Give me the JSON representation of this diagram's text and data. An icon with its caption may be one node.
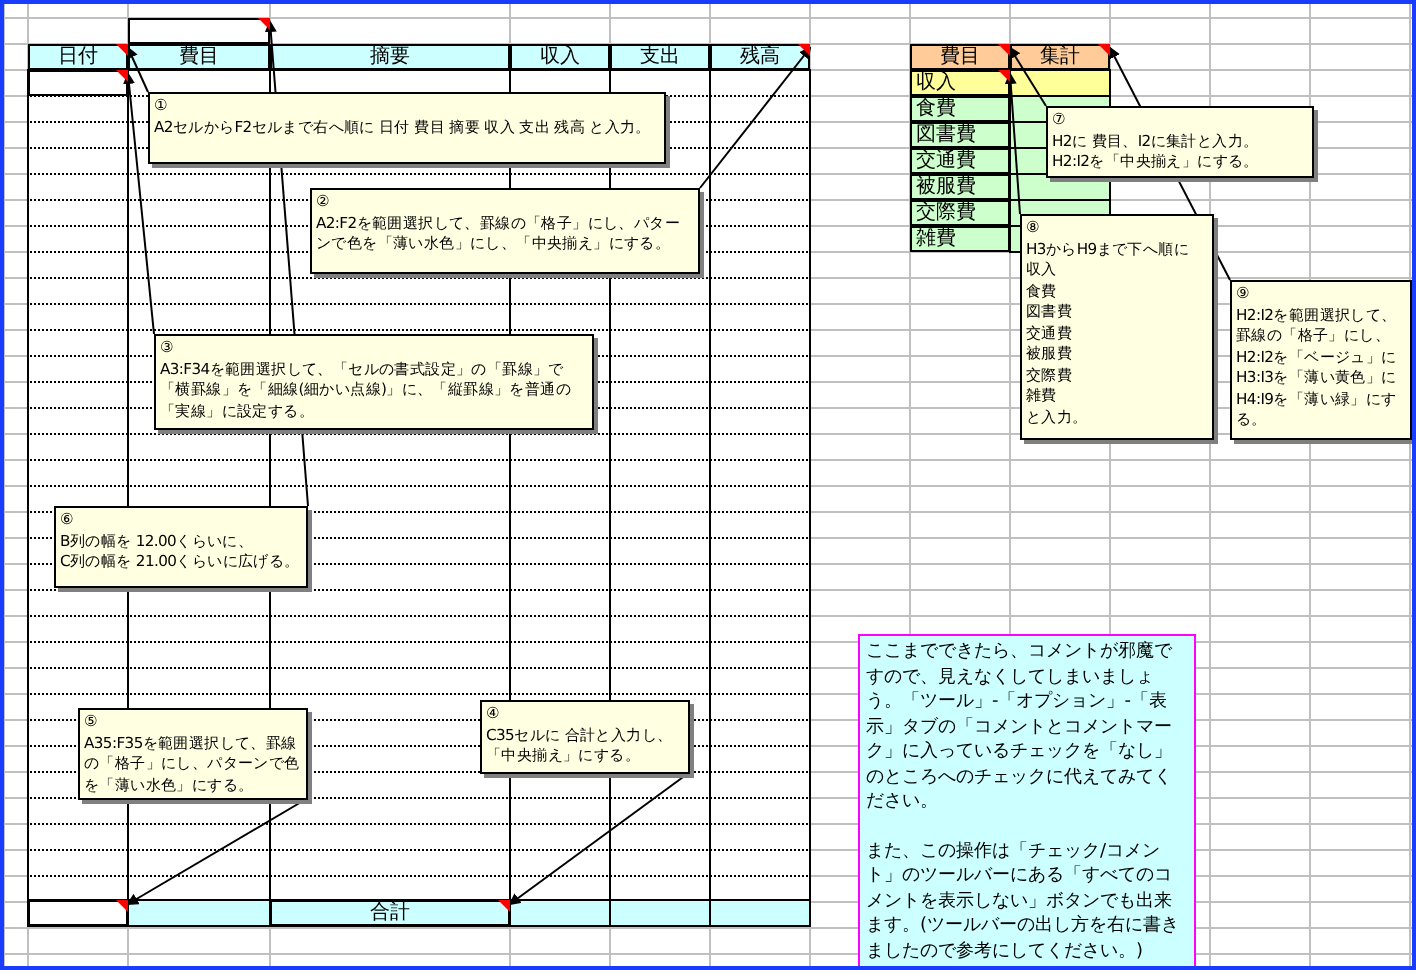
{
  "diagram": {
    "nodes": [
      {
        "text": [],
        "shape": "box"
      },
      {
        "text": [
          "日付"
        ]
      },
      {
        "text": [
          "費目"
        ]
      },
      {
        "text": [
          "摘要"
        ]
      },
      {
        "text": [
          "収入"
        ]
      },
      {
        "text": [
          "支出"
        ]
      },
      {
        "text": [
          "残高"
        ]
      },
      {
        "text": [
          "費目"
        ]
      },
      {
        "text": [
          "集計"
        ]
      },
      {
        "text": [
          "収入"
        ]
      },
      {
        "text": [
          "食費"
        ]
      },
      {
        "text": [
          "図書費"
        ]
      },
      {
        "text": [
          "交通費"
        ]
      },
      {
        "text": [
          "被服費"
        ]
      },
      {
        "text": [
          "交際費"
        ]
      },
      {
        "text": [
          "雑費"
        ]
      },
      {
        "text": [],
        "shape": "box"
      },
      {
        "text": [
          "①",
          "A2セルからF2セルまで右へ順に 日付 費目 摘要 収入 支出 残高 と入力。"
        ]
      },
      {
        "text": [
          "⑦",
          "H2に 費目、I2に集計と入力。",
          "H2:I2を「中央揃え」にする。"
        ]
      },
      {
        "text": [
          "②",
          "A2:F2を範囲選択して、罫線の「格子」にし、パターンで色を「薄い水色」にし、「中央揃え」にする。"
        ]
      },
      {
        "text": [
          "⑧",
          "H3からH9まで下へ順に",
          "収入",
          "食費",
          "図書費",
          "交通費",
          "被服費",
          "交際費",
          "雑費",
          "と入力。"
        ]
      },
      {
        "text": [
          "⑨",
          "H2:I2を範囲選択して、罫線の「格子」にし、",
          "H2:I2を「ベージュ」に",
          "H3:I3を「薄い黄色」に",
          "H4:I9を「薄い緑」にする。"
        ]
      },
      {
        "text": [
          "③",
          "A3:F34を範囲選択して、「セルの書式設定」の「罫線」で「横罫線」を「細線(細かい点線)」に、「縦罫線」を普通の「実線」に設定する。"
        ]
      },
      {
        "text": [
          "⑥",
          "B列の幅を 12.00くらいに、",
          "C列の幅を 21.00くらいに広げる。"
        ]
      },
      {
        "text": [
          "ここまでできたら、コメントが邪魔ですので、見えなくしてしまいましょう。「ツール」-「オプション」-「表示」タブの「コメントとコメントマーク」に入っているチェックを「なし」のところへのチェックに代えてみてください。",
          "また、この操作は「チェック/コメント」のツールバーにある「すべてのコメントを表示しない」ボタンでも出来ます。(ツールバーの出し方を右に書きましたので参考にしてください。)"
        ]
      },
      {
        "text": [
          "④",
          "C35セルに 合計と入力し、「中央揃え」にする。"
        ]
      },
      {
        "text": [
          "⑤",
          "A35:F35を範囲選択して、罫線の「格子」にし、パターンで色を「薄い水色」にする。"
        ]
      },
      {
        "text": [],
        "shape": "box"
      },
      {
        "text": [
          "合計"
        ]
      }
    ],
    "edges": [
      {
        "from": 17,
        "to": 1,
        "arrow": "to"
      },
      {
        "from": 18,
        "to": 7,
        "arrow": "to"
      },
      {
        "from": 19,
        "to": 6,
        "arrow": "to"
      },
      {
        "from": 20,
        "to": 9,
        "arrow": "to"
      },
      {
        "from": 21,
        "to": 8,
        "arrow": "to"
      },
      {
        "from": 22,
        "to": 16,
        "arrow": "to"
      },
      {
        "from": 23,
        "to": 0,
        "arrow": "to"
      },
      {
        "from": 25,
        "to": 28,
        "arrow": "to"
      },
      {
        "from": 26,
        "to": 27,
        "arrow": "to"
      }
    ]
  }
}
